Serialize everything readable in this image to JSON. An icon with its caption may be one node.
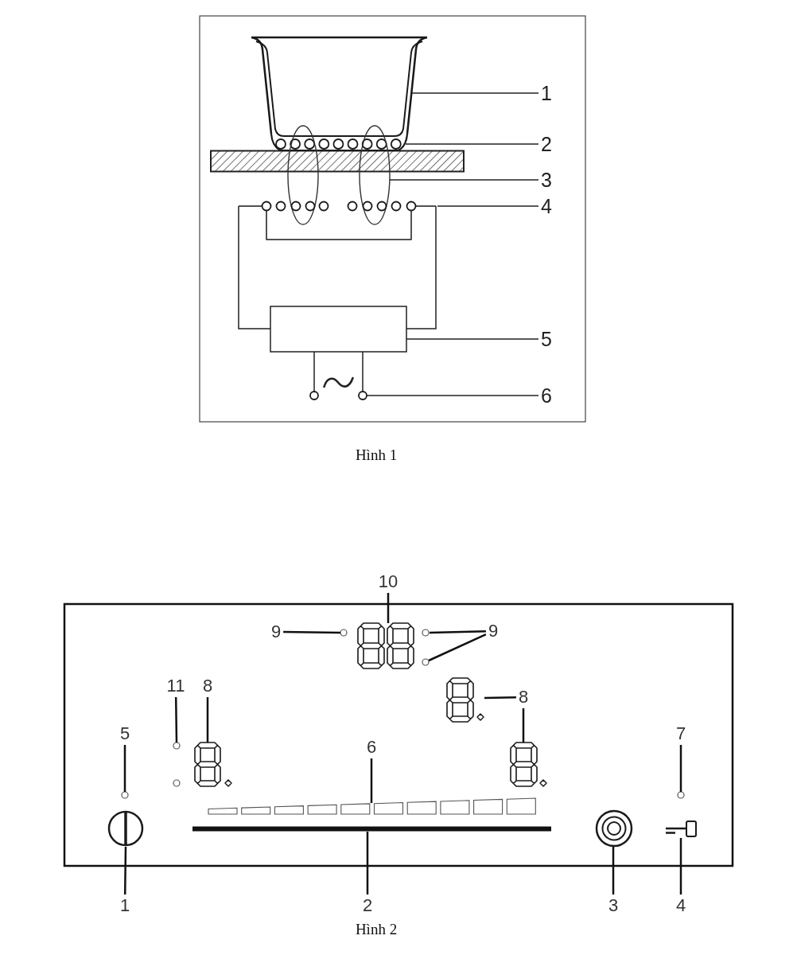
{
  "diagram": {
    "nodes": [
      {
        "text": [
          "1"
        ]
      },
      {
        "text": [],
        "shape": "picture"
      },
      {
        "text": [
          "2"
        ]
      },
      {
        "text": [],
        "shape": "circle"
      },
      {
        "text": [
          "3"
        ]
      },
      {
        "text": [],
        "shape": "ellipse"
      },
      {
        "text": [
          "4"
        ]
      },
      {
        "text": [],
        "shape": "circle"
      },
      {
        "text": [
          "5"
        ]
      },
      {
        "text": [],
        "shape": "box"
      },
      {
        "text": [
          "6"
        ]
      },
      {
        "text": [],
        "shape": "circle"
      },
      {
        "text": [
          "10"
        ]
      },
      {
        "text": [],
        "shape": "picture"
      },
      {
        "text": [
          "9"
        ]
      },
      {
        "text": [],
        "shape": "circle"
      },
      {
        "text": [
          "9"
        ]
      },
      {
        "text": [],
        "shape": "circle"
      },
      {
        "text": [],
        "shape": "circle"
      },
      {
        "text": [
          "11"
        ]
      },
      {
        "text": [],
        "shape": "circle"
      },
      {
        "text": [
          "8"
        ]
      },
      {
        "text": [],
        "shape": "picture"
      },
      {
        "text": [
          "8"
        ]
      },
      {
        "text": [],
        "shape": "picture"
      },
      {
        "text": [],
        "shape": "picture"
      },
      {
        "text": [
          "5"
        ]
      },
      {
        "text": [],
        "shape": "circle"
      },
      {
        "text": [
          "6"
        ]
      },
      {
        "text": [],
        "shape": "bar"
      },
      {
        "text": [
          "7"
        ]
      },
      {
        "text": [],
        "shape": "circle"
      },
      {
        "text": [
          "1"
        ]
      },
      {
        "text": [],
        "shape": "circle"
      },
      {
        "text": [
          "2"
        ]
      },
      {
        "text": [],
        "shape": "bar"
      },
      {
        "text": [
          "3"
        ]
      },
      {
        "text": [],
        "shape": "circle"
      },
      {
        "text": [
          "4"
        ]
      },
      {
        "text": [],
        "shape": "picture"
      }
    ],
    "edges": [
      {
        "from": 0,
        "to": 1,
        "arrow": "none"
      },
      {
        "from": 2,
        "to": 3,
        "arrow": "none"
      },
      {
        "from": 4,
        "to": 5,
        "arrow": "none"
      },
      {
        "from": 6,
        "to": 7,
        "arrow": "none"
      },
      {
        "from": 8,
        "to": 9,
        "arrow": "none"
      },
      {
        "from": 10,
        "to": 11,
        "arrow": "none"
      },
      {
        "from": 7,
        "to": 9,
        "arrow": "none"
      },
      {
        "from": 7,
        "to": 9,
        "arrow": "none"
      },
      {
        "from": 9,
        "to": 11,
        "arrow": "none"
      },
      {
        "from": 9,
        "to": 11,
        "arrow": "none"
      },
      {
        "from": 12,
        "to": 13,
        "arrow": "none"
      },
      {
        "from": 14,
        "to": 15,
        "arrow": "none"
      },
      {
        "from": 16,
        "to": 17,
        "arrow": "none"
      },
      {
        "from": 16,
        "to": 18,
        "arrow": "none"
      },
      {
        "from": 19,
        "to": 20,
        "arrow": "none"
      },
      {
        "from": 21,
        "to": 22,
        "arrow": "none"
      },
      {
        "from": 23,
        "to": 24,
        "arrow": "none"
      },
      {
        "from": 23,
        "to": 25,
        "arrow": "none"
      },
      {
        "from": 26,
        "to": 27,
        "arrow": "none"
      },
      {
        "from": 28,
        "to": 29,
        "arrow": "none"
      },
      {
        "from": 30,
        "to": 31,
        "arrow": "none"
      },
      {
        "from": 32,
        "to": 33,
        "arrow": "none"
      },
      {
        "from": 34,
        "to": 35,
        "arrow": "none"
      },
      {
        "from": 36,
        "to": 37,
        "arrow": "none"
      },
      {
        "from": 38,
        "to": 39,
        "arrow": "none"
      }
    ],
    "labels": [
      "Hình 1",
      "Hình 2"
    ]
  }
}
